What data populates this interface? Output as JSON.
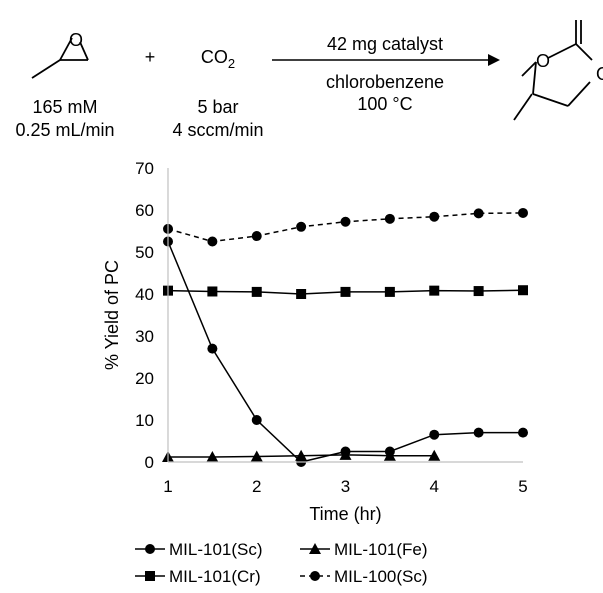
{
  "reaction": {
    "reactant_conc": "165 mM",
    "reactant_flow": "0.25 mL/min",
    "plus": "+",
    "co2_base": "CO",
    "co2_sub": "2",
    "co2_pressure": "5 bar",
    "co2_flow": "4 sccm/min",
    "catalyst": "42 mg catalyst",
    "solvent": "chlorobenzene",
    "temperature": "100 °C",
    "epoxide_atom": "O",
    "product_atom_1": "O",
    "product_atom_2": "O"
  },
  "chart_data": {
    "type": "line",
    "title": "",
    "xlabel": "Time (hr)",
    "ylabel": "% Yield of PC",
    "xlim": [
      1,
      5
    ],
    "ylim": [
      0,
      70
    ],
    "xticks": [
      1,
      2,
      3,
      4,
      5
    ],
    "yticks": [
      0,
      10,
      20,
      30,
      40,
      50,
      60,
      70
    ],
    "grid": false,
    "legend_position": "bottom",
    "series": [
      {
        "name": "MIL-101(Sc)",
        "marker": "circle",
        "line": "solid",
        "x": [
          1,
          1.5,
          2,
          2.5,
          3,
          3.5,
          4,
          4.5,
          5
        ],
        "y": [
          52.5,
          27,
          10,
          0,
          2.5,
          2.5,
          6.5,
          7,
          7
        ]
      },
      {
        "name": "MIL-101(Fe)",
        "marker": "triangle",
        "line": "solid",
        "x": [
          1,
          1.5,
          2,
          2.5,
          3,
          3.5,
          4
        ],
        "y": [
          1.2,
          1.2,
          1.3,
          1.5,
          1.7,
          1.5,
          1.5
        ]
      },
      {
        "name": "MIL-101(Cr)",
        "marker": "square",
        "line": "solid",
        "x": [
          1,
          1.5,
          2,
          2.5,
          3,
          3.5,
          4,
          4.5,
          5
        ],
        "y": [
          40.8,
          40.6,
          40.5,
          40,
          40.5,
          40.5,
          40.8,
          40.7,
          40.9
        ]
      },
      {
        "name": "MIL-100(Sc)",
        "marker": "circle",
        "line": "dashed",
        "x": [
          1,
          1.5,
          2,
          2.5,
          3,
          3.5,
          4,
          4.5,
          5
        ],
        "y": [
          55.5,
          52.5,
          53.8,
          56,
          57.2,
          57.9,
          58.4,
          59.2,
          59.3
        ]
      }
    ]
  }
}
